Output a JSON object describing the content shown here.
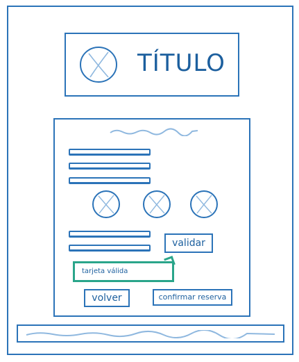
{
  "header": {
    "title": "TÍTULO",
    "logo_icon": "image-placeholder-icon"
  },
  "panel": {
    "form_fields": [
      "",
      "",
      ""
    ],
    "images": [
      "image-placeholder-icon",
      "image-placeholder-icon",
      "image-placeholder-icon"
    ],
    "card_fields": [
      "",
      ""
    ],
    "validate_label": "validar",
    "tooltip": "tarjeta válida",
    "back_label": "volver",
    "confirm_label": "confirmar reserva"
  },
  "colors": {
    "accent": "#1e6fb5",
    "line": "#2b73b8",
    "tooltip_border": "#2aa58a"
  }
}
